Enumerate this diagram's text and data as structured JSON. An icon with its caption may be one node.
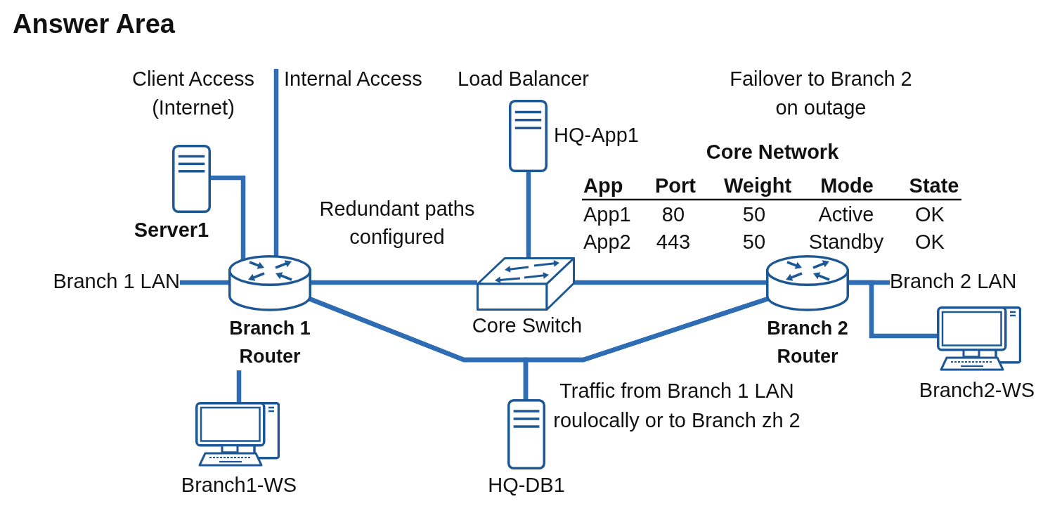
{
  "diagram": {
    "title": "Answer Area",
    "nodes": [
      {
        "text": [
          "Server1"
        ]
      },
      {
        "text": [
          "Branch 1 LAN"
        ]
      },
      {
        "text": [
          "Branch 1 Router"
        ]
      },
      {
        "text": [
          "Branch1-WS"
        ]
      },
      {
        "text": [
          "HQ-App1"
        ],
        "beside": [
          "Load Balancer"
        ]
      },
      {
        "text": [
          "Core Switch"
        ]
      },
      {
        "text": [
          "HQ-DB1"
        ]
      },
      {
        "text": [
          "Branch 2 Router"
        ]
      },
      {
        "text": [
          "Branch 2 LAN"
        ]
      },
      {
        "text": [
          "Branch2-WS"
        ]
      }
    ],
    "edges": [
      {
        "from": 2,
        "to": null,
        "arrow": "none"
      },
      {
        "from": 0,
        "to": 2,
        "arrow": "none"
      },
      {
        "from": 1,
        "to": 2,
        "arrow": "none"
      },
      {
        "from": 2,
        "to": 3,
        "arrow": "none"
      },
      {
        "from": 2,
        "to": 5,
        "arrow": "none"
      },
      {
        "from": 4,
        "to": 5,
        "arrow": "none"
      },
      {
        "from": 5,
        "to": 7,
        "arrow": "none"
      },
      {
        "from": 2,
        "to": 7,
        "arrow": "none"
      },
      {
        "from": 2,
        "to": 6,
        "arrow": "none"
      },
      {
        "from": 7,
        "to": 6,
        "arrow": "none"
      },
      {
        "from": 7,
        "to": 8,
        "arrow": "none"
      },
      {
        "from": 7,
        "to": 9,
        "arrow": "none"
      }
    ],
    "labels": [
      "Client Access (Internet)",
      "Internal Access",
      "Failover to Branch 2 on outage",
      "Core Network",
      "App",
      "Port",
      "Weight",
      "Mode",
      "State",
      "App1",
      "80",
      "50",
      "Active",
      "OK",
      "App2",
      "443",
      "50",
      "Standby",
      "OK",
      "Redundant paths configured",
      "Traffic from Branch 1 LAN roulocally or to Branch zh 2"
    ]
  }
}
